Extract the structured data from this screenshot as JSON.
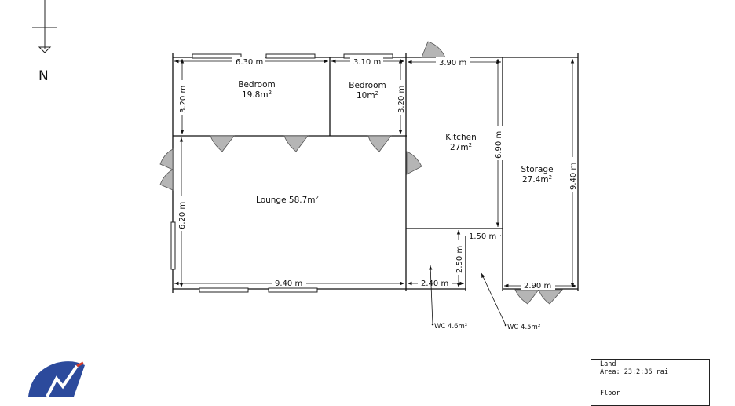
{
  "compass": {
    "label": "N"
  },
  "rooms": {
    "bedroom1": {
      "name": "Bedroom",
      "area": "19.8m",
      "unit_sup": "2"
    },
    "bedroom2": {
      "name": "Bedroom",
      "area": "10m",
      "unit_sup": "2"
    },
    "kitchen": {
      "name": "Kitchen",
      "area": "27m",
      "unit_sup": "2"
    },
    "storage": {
      "name": "Storage",
      "area": "27.4m",
      "unit_sup": "2"
    },
    "lounge": {
      "name": "Lounge 58.7m",
      "unit_sup": "2"
    }
  },
  "dimensions": {
    "bedroom1_width": "6.30 m",
    "bedroom2_width": "3.10 m",
    "kitchen_width": "3.90 m",
    "bedroom1_height": "3.20 m",
    "bedroom2_height": "3.20 m",
    "kitchen_height": "6.90 m",
    "storage_height": "9.40 m",
    "lounge_height": "6.20 m",
    "lounge_width": "9.40 m",
    "wc1_width": "2.40 m",
    "wc_height": "2.50 m",
    "wc2_width": "1.50 m",
    "storage_width": "2.90 m"
  },
  "wc_labels": {
    "wc1": "WC 4.6m²",
    "wc2": "WC 4.5m²"
  },
  "info_box": {
    "land_heading": "Land",
    "land_area": "Area:  23:2:36 rai",
    "floor_heading": "Floor"
  },
  "colors": {
    "wall": "#111111",
    "door": "#b5b5b5",
    "logo": "#2c4a9c"
  }
}
